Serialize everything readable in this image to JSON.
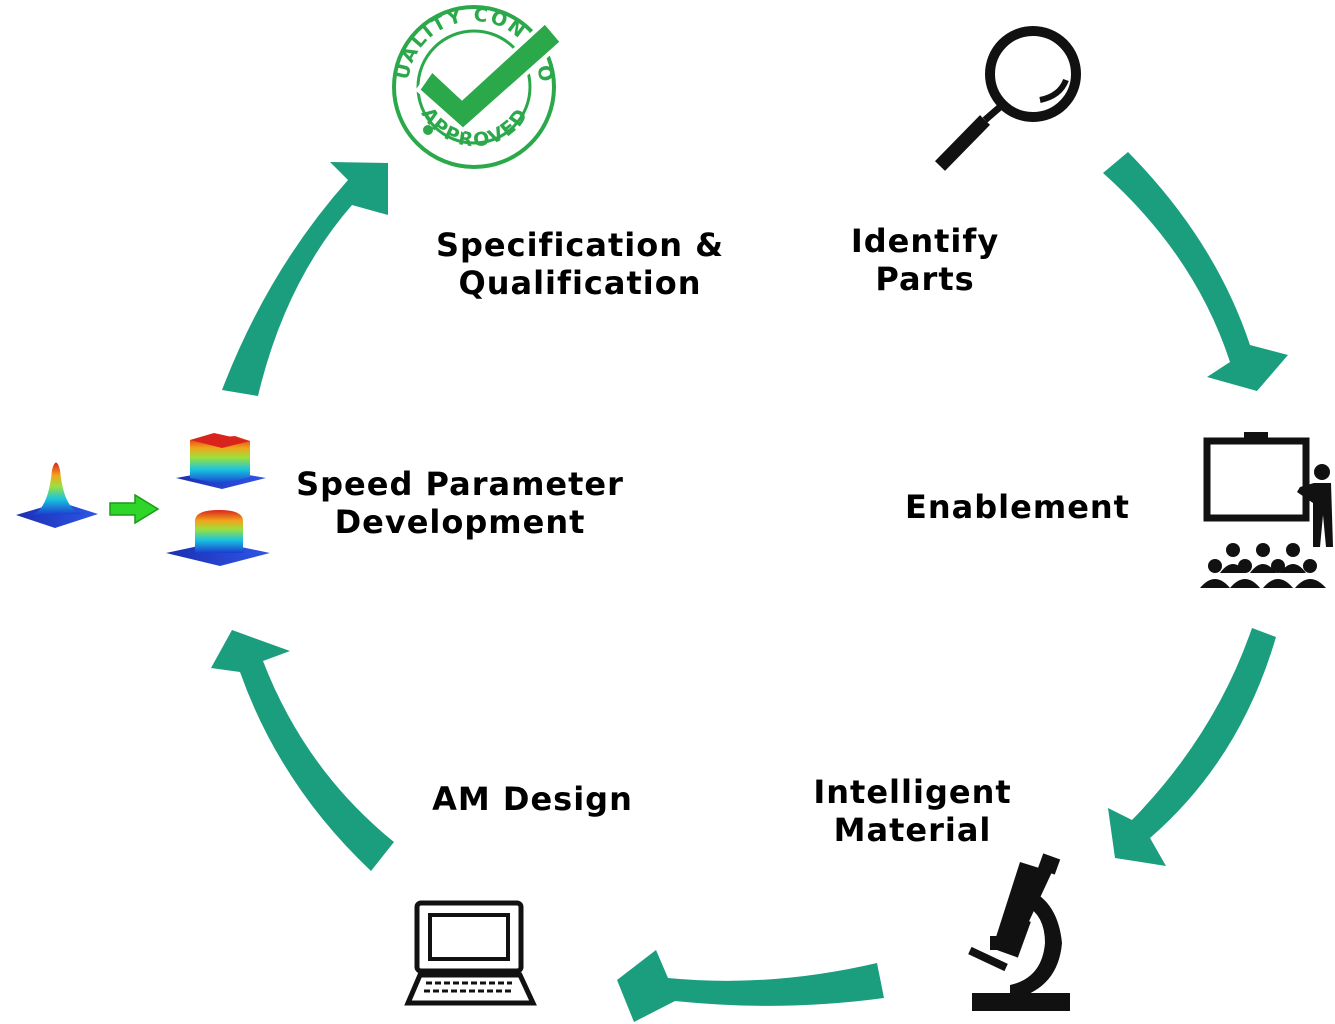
{
  "colors": {
    "arrow": "#1b9e7e",
    "stamp_green": "#2aa84a",
    "icon": "#111111"
  },
  "steps": [
    {
      "id": "identify",
      "lines": [
        "Identify",
        "Parts"
      ],
      "icon": "magnifier-icon"
    },
    {
      "id": "enablement",
      "lines": [
        "Enablement"
      ],
      "icon": "presentation-audience-icon"
    },
    {
      "id": "material",
      "lines": [
        "Intelligent",
        "Material"
      ],
      "icon": "microscope-icon"
    },
    {
      "id": "design",
      "lines": [
        "AM Design"
      ],
      "icon": "laptop-icon"
    },
    {
      "id": "speed",
      "lines": [
        "Speed Parameter",
        "Development"
      ],
      "icon": "heatmap-transformation-icon"
    },
    {
      "id": "spec",
      "lines": [
        "Specification &",
        "Qualification"
      ],
      "icon": "quality-control-stamp-icon"
    }
  ],
  "stamp": {
    "top_text": "QUALITY CONTROL",
    "bottom_text": "APPROVED"
  }
}
